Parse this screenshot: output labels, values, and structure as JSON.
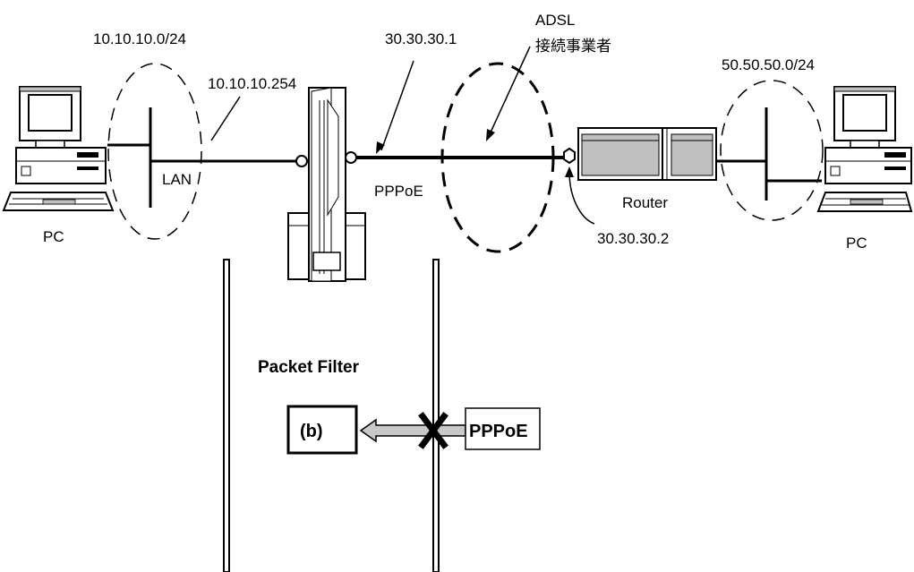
{
  "labels": {
    "net_left": "10.10.10.0/24",
    "gw_lan_ip": "10.10.10.254",
    "wan_ip": "30.30.30.1",
    "isp_line1": "ADSL",
    "isp_line2": "接続事業者",
    "net_right": "50.50.50.0/24",
    "lan": "LAN",
    "pppoe": "PPPoE",
    "router": "Router",
    "router_ip": "30.30.30.2",
    "pc_left": "PC",
    "pc_right": "PC",
    "packet_filter": "Packet Filter",
    "box_b": "(b)",
    "box_pppoe": "PPPoE"
  },
  "colors": {
    "line": "#000000",
    "device_fill": "#ffffff",
    "device_shade": "#c0c0c0",
    "arrow_fill": "#c8c8c8",
    "block_mark": "#000000"
  },
  "icons": {
    "left_pc": "desktop-computer-icon",
    "right_pc": "desktop-computer-icon",
    "gateway": "tower-router-icon",
    "router": "rack-router-icon",
    "block": "cross-mark-icon"
  }
}
